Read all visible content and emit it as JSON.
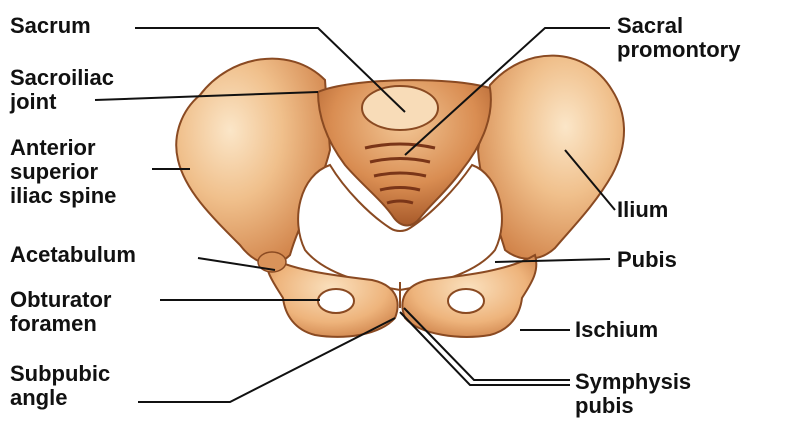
{
  "labels": {
    "sacrum": "Sacrum",
    "sacroiliac_joint": [
      "Sacroiliac",
      "joint"
    ],
    "asis": [
      "Anterior",
      "superior",
      "iliac spine"
    ],
    "acetabulum": "Acetabulum",
    "obturator_foramen": [
      "Obturator",
      "foramen"
    ],
    "subpubic_angle": [
      "Subpubic",
      "angle"
    ],
    "sacral_promontory": [
      "Sacral",
      "promontory"
    ],
    "ilium": "Ilium",
    "pubis": "Pubis",
    "ischium": "Ischium",
    "symphysis_pubis": [
      "Symphysis",
      "pubis"
    ]
  },
  "colors": {
    "bone_light": "#f6d6b0",
    "bone_mid": "#eab07a",
    "bone_dark": "#c9783f",
    "bone_outline": "#8a4a22",
    "sacrum_ridge": "#7a3518",
    "leader_line": "#111111"
  }
}
